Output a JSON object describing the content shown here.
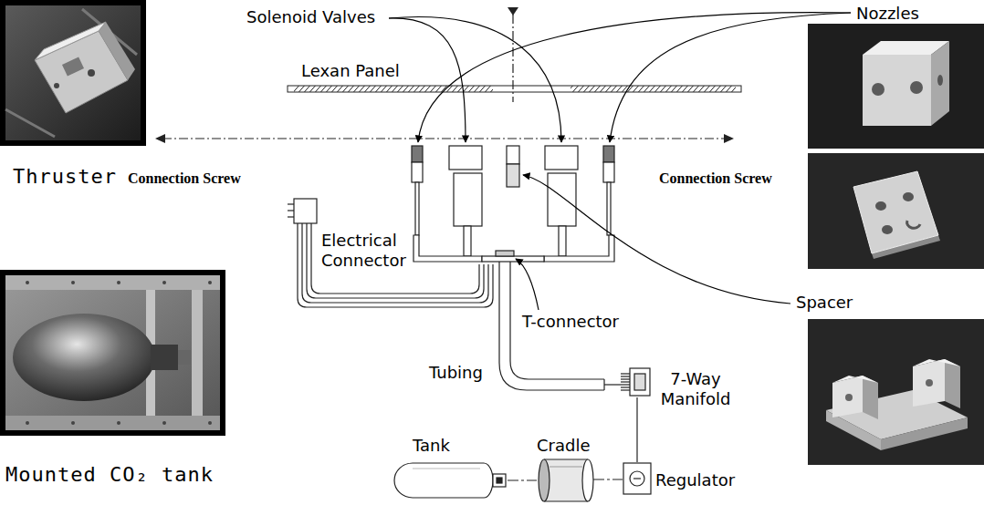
{
  "diagram": {
    "nodes": [
      {
        "text": [
          "7-Way Manifold"
        ]
      },
      {
        "text": [
          "Tank"
        ]
      },
      {
        "text": [
          "Cradle"
        ]
      },
      {
        "text": [
          "Regulator"
        ]
      }
    ],
    "edges": [
      {
        "from": 1,
        "to": 2,
        "arrow": "none"
      },
      {
        "from": 2,
        "to": 3,
        "arrow": "none"
      },
      {
        "from": 3,
        "to": 0,
        "arrow": "none"
      }
    ],
    "labels": [
      "Thruster",
      "Mounted CO₂ tank",
      "Solenoid Valves",
      "Lexan Panel",
      "Nozzles",
      "Connection Screw",
      "Connection Screw",
      "Electrical Connector",
      "T-connector",
      "Spacer",
      "Tubing"
    ]
  }
}
